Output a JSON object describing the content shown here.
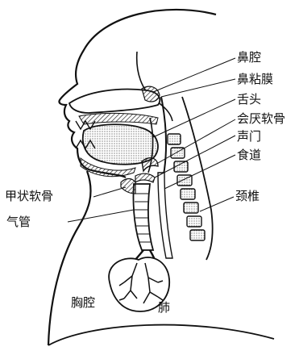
{
  "labels": {
    "nasal_cavity": "鼻腔",
    "nasal_mucosa": "鼻粘膜",
    "tongue": "舌头",
    "epiglottis": "会厌软骨",
    "glottis": "声门",
    "esophagus": "食道",
    "cervical_vertebra": "颈椎",
    "thyroid_cartilage": "甲状软骨",
    "trachea": "气管",
    "thoracic_cavity": "胸腔",
    "lung": "肺"
  }
}
